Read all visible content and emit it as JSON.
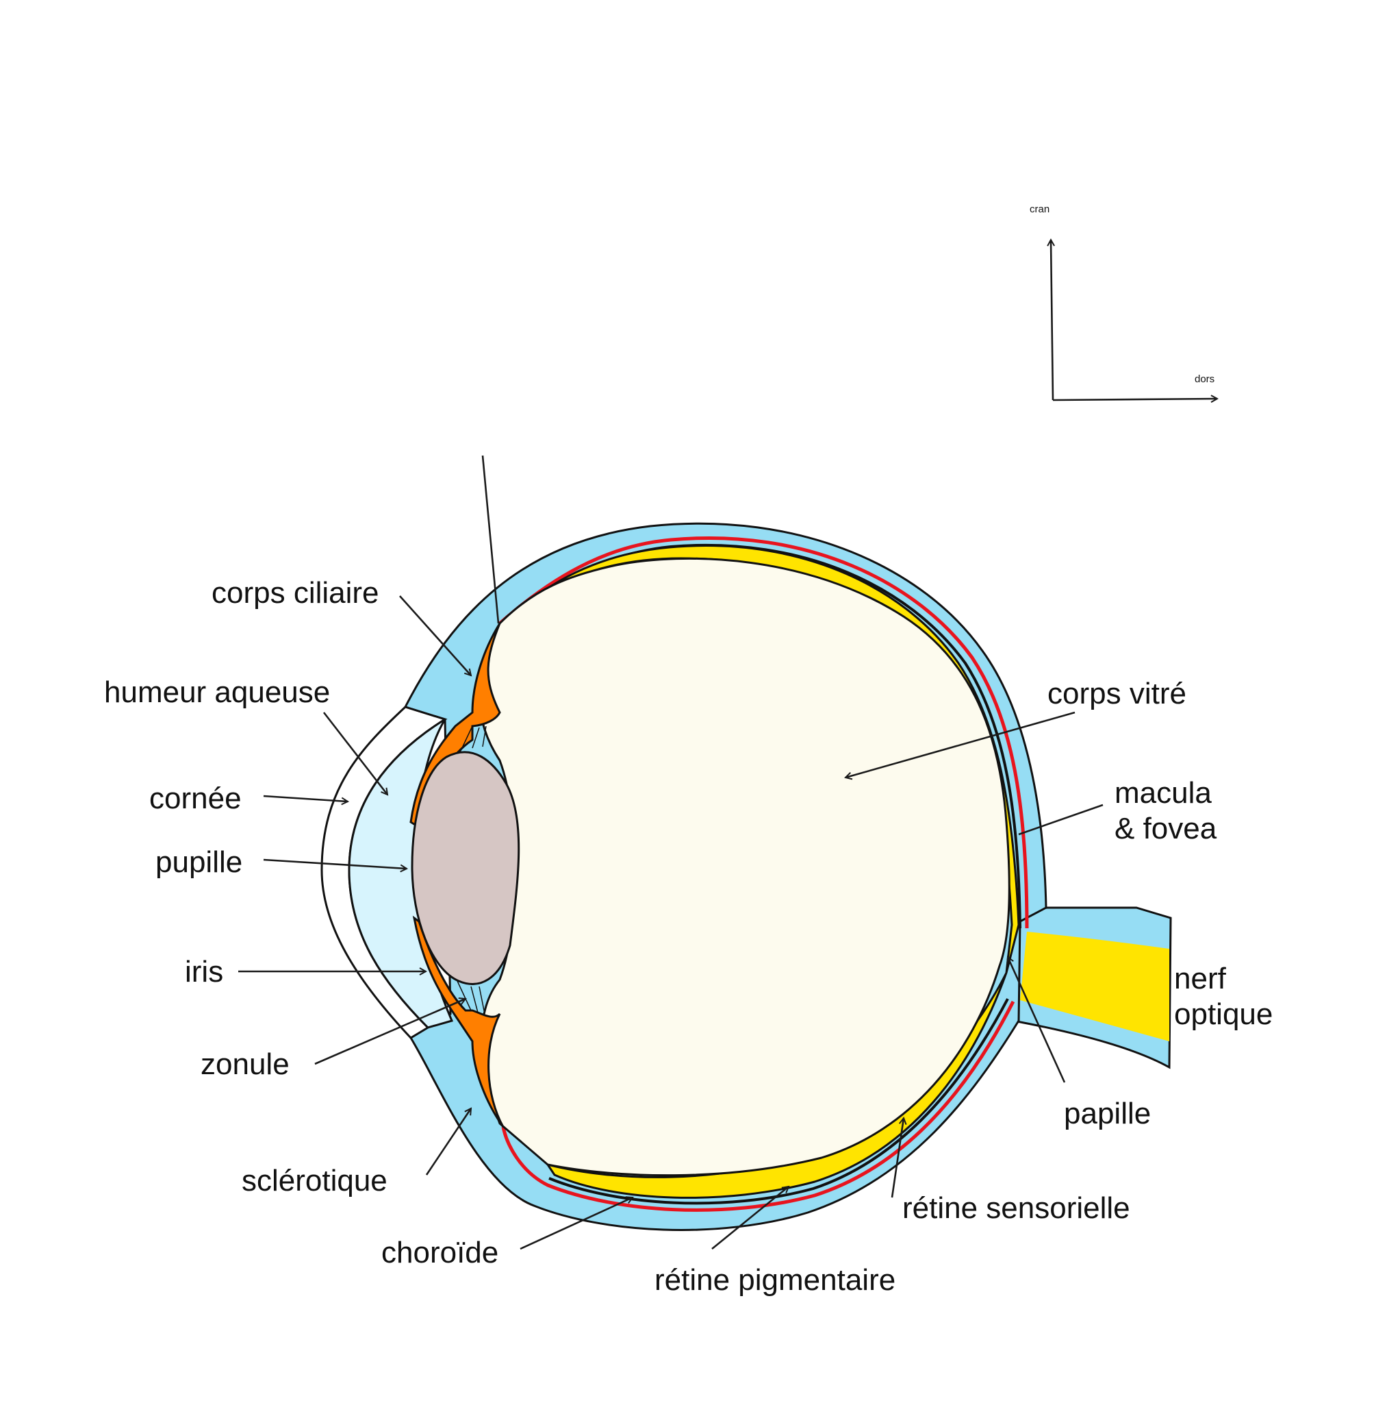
{
  "colors": {
    "sclera": "#96ddf4",
    "aqueous": "#d7f4fd",
    "retina": "#ffe400",
    "choroid_line": "#e8141e",
    "ciliary": "#ff7f00",
    "lens": "#d6c6c4",
    "vitreous": "#fdfbee",
    "cornea": "#ffffff"
  },
  "axes": {
    "up": "cran",
    "right": "dors"
  },
  "labels": {
    "corps_ciliaire": "corps ciliaire",
    "humeur_aqueuse": "humeur aqueuse",
    "cornee": "cornée",
    "pupille": "pupille",
    "iris": "iris",
    "zonule": "zonule",
    "sclerotique": "sclérotique",
    "choroide": "choroïde",
    "retine_pigmentaire": "rétine pigmentaire",
    "retine_sensorielle": "rétine sensorielle",
    "papille": "papille",
    "nerf_optique_line1": "nerf",
    "nerf_optique_line2": "optique",
    "macula_line1": "macula",
    "macula_line2": "& fovea",
    "corps_vitre": "corps vitré"
  }
}
